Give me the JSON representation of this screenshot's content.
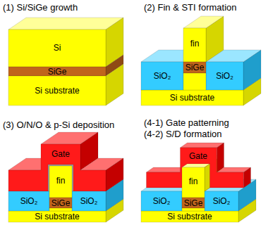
{
  "diagram": {
    "labels": [
      "(1) Si/SiGe growth",
      "Si",
      "SiGe",
      "Si substrate",
      "(2) Fin & STI formation",
      "fin",
      "SiO₂",
      "SiGe",
      "SiO₂",
      "Si substrate",
      "(3) O/N/O & p-Si deposition",
      "Gate",
      "fin",
      "SiGe",
      "SiO₂",
      "SiO₂",
      "Si substrate",
      "(4-1) Gate patterning",
      "(4-2) S/D formation",
      "Gate",
      "fin",
      "SiGe",
      "SiO₂",
      "SiO₂",
      "Si substrate"
    ]
  }
}
